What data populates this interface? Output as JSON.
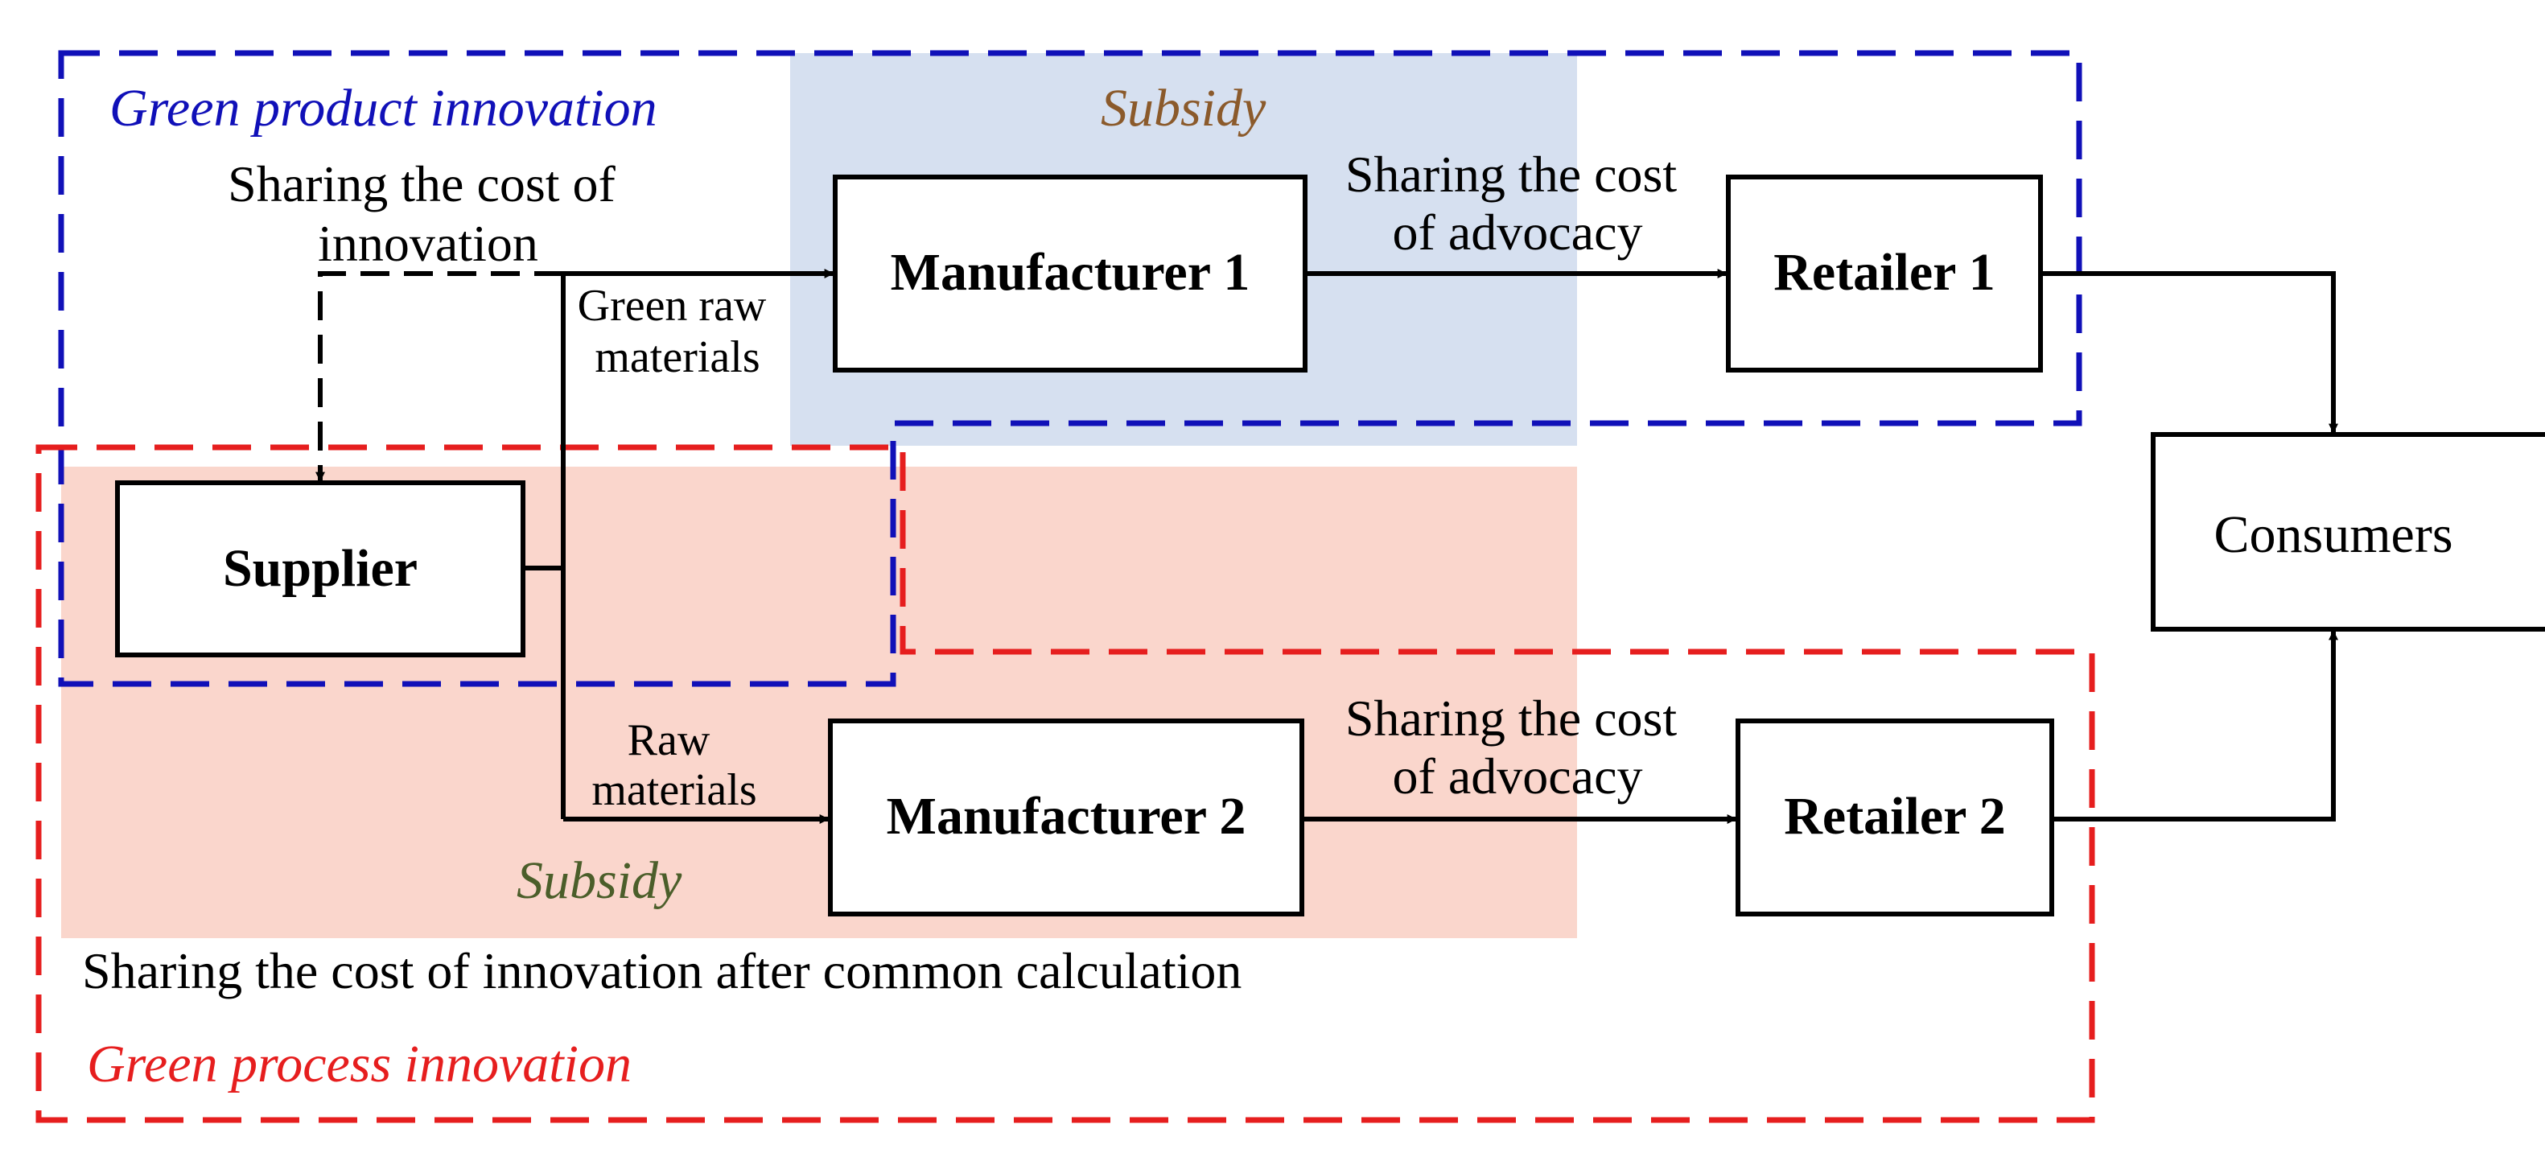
{
  "regions": {
    "green_product": {
      "title": "Green product innovation",
      "color": "#1010b8"
    },
    "green_process": {
      "title": "Green process innovation",
      "color": "#e61e1e"
    }
  },
  "subsidy": {
    "top": {
      "label": "Subsidy",
      "color": "#8b5a2b",
      "fill": "#d6e0f0"
    },
    "bottom": {
      "label": "Subsidy",
      "color": "#4b5e2a",
      "fill": "#fad6cc"
    }
  },
  "nodes": {
    "supplier": "Supplier",
    "manufacturer1": "Manufacturer 1",
    "manufacturer2": "Manufacturer 2",
    "retailer1": "Retailer 1",
    "retailer2": "Retailer 2",
    "consumers": "Consumers"
  },
  "edge_labels": {
    "innovation_cost": [
      "Sharing the cost of",
      "innovation"
    ],
    "green_raw": [
      "Green raw",
      "materials"
    ],
    "raw": [
      "Raw",
      "materials"
    ],
    "advocacy_top": [
      "Sharing the cost",
      "of advocacy"
    ],
    "advocacy_bottom": [
      "Sharing the cost",
      "of advocacy"
    ],
    "common_calc": "Sharing the cost of innovation after common calculation"
  }
}
